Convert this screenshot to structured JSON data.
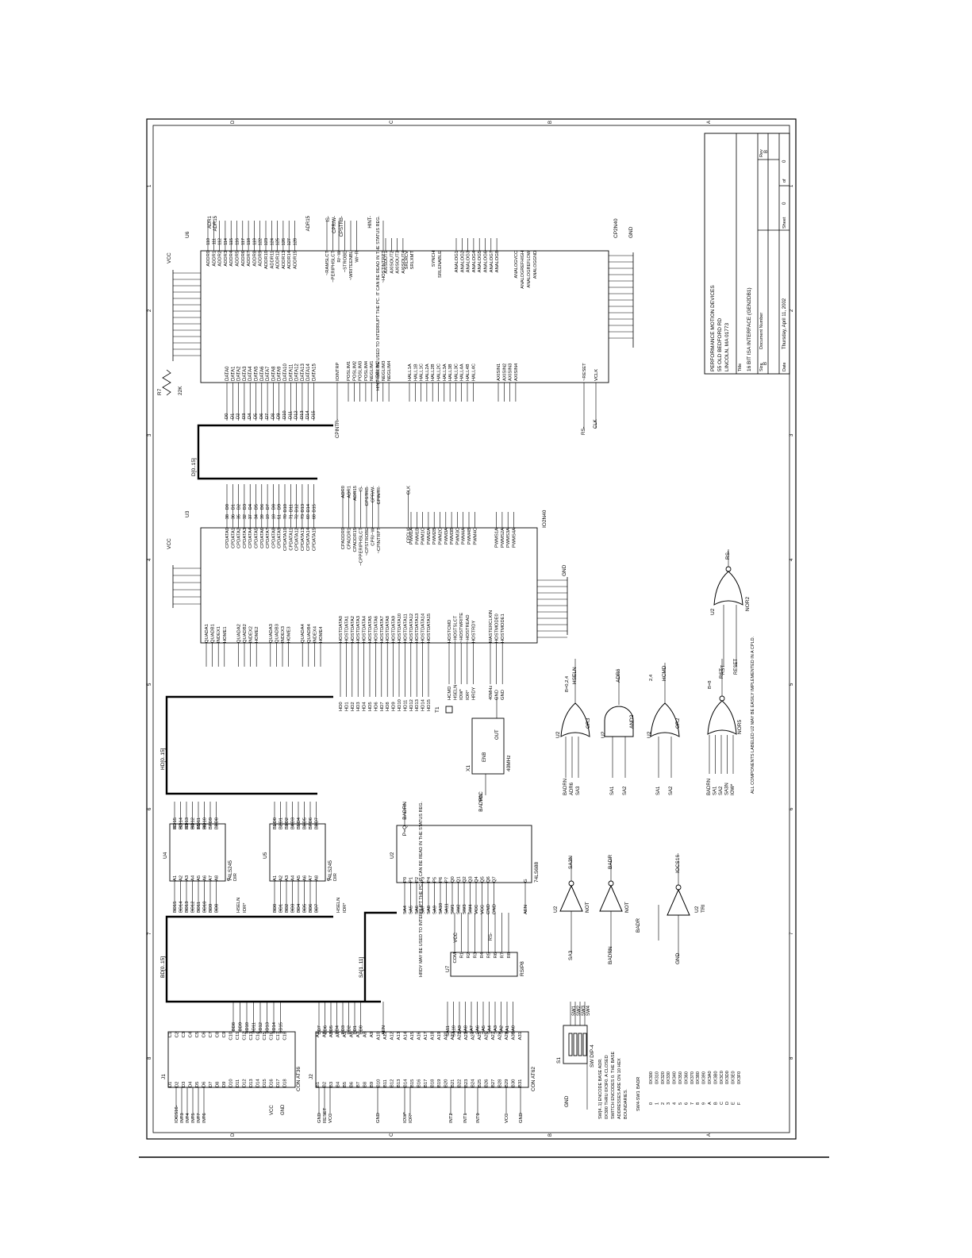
{
  "frame": {
    "zone_letters": [
      "D",
      "C",
      "B",
      "A"
    ],
    "zone_numbers": [
      "1",
      "2",
      "3",
      "4",
      "5",
      "6",
      "7",
      "8"
    ]
  },
  "title_block": {
    "company": [
      "PERFORMANCE MOTION DEVICES",
      "55 OLD BEDFORD RD",
      "LINCOLN, MA 01773"
    ],
    "title_label": "Title",
    "title": "16 BIT ISA INTERFACE (GEN2DB1)",
    "size_label": "Size",
    "size": "B",
    "docnum_label": "Document Number",
    "rev_label": "Rev",
    "rev": "B",
    "date_label": "Date",
    "date": "Thursday, April 11, 2002",
    "sheet_label": "Sheet",
    "sheet": "0",
    "of_label": "of",
    "of": "0"
  },
  "components": {
    "u6": {
      "ref": "U6",
      "part": "CP2N40",
      "power": "VCC",
      "ground": "GND",
      "data_pins": [
        "DATA0",
        "DATA1",
        "DATA2",
        "DATA3",
        "DATA4",
        "DATA5",
        "DATA6",
        "DATA7",
        "DATA8",
        "DATA9",
        "DATA10",
        "DATA11",
        "DATA12",
        "DATA13",
        "DATA14",
        "DATA15"
      ],
      "data_nets": [
        "D0",
        "D1",
        "D2",
        "D3",
        "D4",
        "D5",
        "D6",
        "D7",
        "D8",
        "D9",
        "D10",
        "D11",
        "D12",
        "D13",
        "D14",
        "D15"
      ],
      "addr_pins": [
        "ADDR0",
        "ADDR1",
        "ADDR2",
        "ADDR3",
        "ADDR4",
        "ADDR5",
        "ADDR6",
        "ADDR7",
        "ADDR8",
        "ADDR9",
        "ADDR10",
        "ADDR11",
        "ADDR12",
        "ADDR13",
        "ADDR14",
        "ADDR15"
      ],
      "addr_nums": [
        "110",
        "111",
        "112",
        "114",
        "115",
        "116",
        "117",
        "118",
        "119",
        "122",
        "123",
        "124",
        "125",
        "126",
        "127",
        "128"
      ],
      "ctrl_pins": [
        "~RAMSLCT",
        "~PERIPHSLCT",
        "R/~W",
        "~STROBE",
        "~WRITEENBL",
        "W/~R",
        "~HOSTINTRPT"
      ],
      "ctrl_nets": [
        "IS-",
        "CPR/W-",
        "CPSTRB-",
        "HINT-"
      ],
      "posl_pins": [
        "POSLIM1",
        "POSLIM2",
        "POSLIM3",
        "POSLIM4",
        "NEGLIM1",
        "NEGLIM2",
        "NEGLIM3",
        "NEGLIM4"
      ],
      "hall_pins": [
        "HALL1A",
        "HALL1B",
        "HALL1C",
        "HALL2A",
        "HALL2B",
        "HALL2C",
        "HALL3A",
        "HALL3B",
        "HALL3C",
        "HALL4A",
        "HALL4B",
        "HALL4C"
      ],
      "axis_pins": [
        "AXISIN1",
        "AXISIN2",
        "AXISIN3",
        "AXISIN4"
      ],
      "axisout_pins": [
        "AXISOUT1",
        "AXISOUT2",
        "AXISOUT3",
        "AXISOUT4"
      ],
      "analog_pins": [
        "ANALOG1",
        "ANALOG2",
        "ANALOG3",
        "ANALOG4",
        "ANALOG5",
        "ANALOG6",
        "ANALOG7",
        "ANALOG8"
      ],
      "misc_pins": [
        "SRLRCV",
        "SRLXMT",
        "SYNCH",
        "SRLENABLE",
        "ANALOGVCC",
        "ANALOGREFHIGH",
        "ANALOGREFLOW",
        "ANALOGGND",
        "~RESET",
        "VCLK",
        "IOINTRP"
      ],
      "misc_nets": [
        "CPINTR-",
        "RS-",
        "CLK",
        "ADR0",
        "ADR1",
        "ADR15"
      ],
      "note": "HINT- MAY BE USED TO INTERRUPT THE PC. IT CAN BE READ IN THE STATUS REG."
    },
    "u3": {
      "ref": "U3",
      "part": "IO2N40",
      "power": "VCC",
      "ground": "GND",
      "cpdata_pins": [
        "CPDATA0",
        "CPDATA1",
        "CPDATA2",
        "CPDATA3",
        "CPDATA4",
        "CPDATA5",
        "CPDATA6",
        "CPDATA7",
        "CPDATA8",
        "CPDATA9",
        "CPDATA10",
        "CPDATA11",
        "CPDATA12",
        "CPDATA13",
        "CPDATA14",
        "CPDATA15"
      ],
      "cpdata_nums": [
        "38",
        "36",
        "35",
        "32",
        "37",
        "34",
        "39",
        "19",
        "18",
        "51",
        "70",
        "71",
        "72",
        "73",
        "69",
        "68"
      ],
      "hostdata_pins": [
        "HOSTDATA0",
        "HOSTDATA1",
        "HOSTDATA2",
        "HOSTDATA3",
        "HOSTDATA4",
        "HOSTDATA5",
        "HOSTDATA6",
        "HOSTDATA7",
        "HOSTDATA8",
        "HOSTDATA9",
        "HOSTDATA10",
        "HOSTDATA11",
        "HOSTDATA12",
        "HOSTDATA13",
        "HOSTDATA14",
        "HOSTDATA15"
      ],
      "hd_nets": [
        "HD0",
        "HD1",
        "HD2",
        "HD3",
        "HD4",
        "HD5",
        "HD6",
        "HD7",
        "HD8",
        "HD9",
        "HD10",
        "HD11",
        "HD12",
        "HD13",
        "HD14",
        "HD15"
      ],
      "quad_pins": [
        "QUADA1",
        "QUADB1",
        "INDEX1",
        "HOME1",
        "QUADA2",
        "QUADB2",
        "INDEX2",
        "HOME2",
        "QUADA3",
        "QUADB3",
        "INDEX3",
        "HOME3",
        "QUADA4",
        "QUADB4",
        "INDEX4",
        "HOME4"
      ],
      "cpaddr_pins": [
        "CPADDR0",
        "CPADDR1",
        "CPADDR15",
        "~CPPERIPHSLCT",
        "~CPSTROBE",
        "CPR/~W",
        "~CPINTRPT",
        "CPCLK"
      ],
      "cpaddr_nets": [
        "ADR0",
        "ADR1",
        "ADR15",
        "IS-",
        "CPSTRB-",
        "CPR/W-",
        "CPINTR-",
        "CLK"
      ],
      "pwm_pins": [
        "PWM1A",
        "PWM1B",
        "PWM1C",
        "PWM2A",
        "PWM2B",
        "PWM2C",
        "PWM3A",
        "PWM3B",
        "PWM3C",
        "PWM4A",
        "PWM4B",
        "PWM4C",
        "PWMS1A",
        "PWMS2A",
        "PWMS3A",
        "PWMS4A"
      ],
      "host_pins": [
        "HOSTCMD",
        "~HOSTSLCT",
        "~HOSTWRITE",
        "~HOSTREAD",
        "HOSTRDY",
        "MASTERCLKIN",
        "HOSTMODE0",
        "HOSTMODE1"
      ],
      "host_nets": [
        "HCMD",
        "HSELN",
        "IOW*",
        "IOR*",
        "HRDY",
        "40MHz",
        "GND",
        "GND"
      ]
    },
    "u4": {
      "ref": "U4",
      "part": "74LS245",
      "a_nets": [
        "BD15",
        "BD14",
        "BD13",
        "BD12",
        "BD11",
        "BD10",
        "BD9",
        "BD8"
      ],
      "b_nets": [
        "HD15",
        "HD14",
        "HD13",
        "HD12",
        "HD11",
        "HD10",
        "HD9",
        "HD8"
      ],
      "a_pins": [
        "A1",
        "A2",
        "A3",
        "A4",
        "A5",
        "A6",
        "A7",
        "A8"
      ],
      "b_pins": [
        "B1",
        "B2",
        "B3",
        "B4",
        "B5",
        "B6",
        "B7",
        "B8"
      ],
      "ctrl": [
        "G",
        "DIR"
      ],
      "ctrl_nets": [
        "HSELN",
        "IOR*"
      ]
    },
    "u5": {
      "ref": "U5",
      "part": "74LS245",
      "a_nets": [
        "BD0",
        "BD1",
        "BD2",
        "BD3",
        "BD4",
        "BD5",
        "BD6",
        "BD7"
      ],
      "b_nets": [
        "HD0",
        "HD1",
        "HD2",
        "HD3",
        "HD4",
        "HD5",
        "HD6",
        "HD7"
      ],
      "ctrl_nets": [
        "HSELN",
        "IOR*"
      ]
    },
    "u2cmp": {
      "ref": "U2",
      "part": "74LS688",
      "p_pins": [
        "P0",
        "P1",
        "P2",
        "P3",
        "P4",
        "P5",
        "P6",
        "P7"
      ],
      "q_pins": [
        "Q0",
        "Q1",
        "Q2",
        "Q3",
        "Q4",
        "Q5",
        "Q6",
        "Q7"
      ],
      "p_nets": [
        "SA4",
        "SA5",
        "SA6",
        "SA7",
        "SA8",
        "SA9",
        "SA10",
        "SA11"
      ],
      "q_nets": [
        "SW1",
        "SW2",
        "SW3",
        "SW4",
        "VCC",
        "VCC",
        "GND",
        "GND"
      ],
      "out": "P=Q",
      "g": "G",
      "g_net": "AEN",
      "out_net": "BADRN",
      "note": "HRDY MAY BE USED TO INTERRUPT THE PC. IT CAN BE READ IN THE STATUS REG."
    },
    "u7": {
      "ref": "U7",
      "part": "RSIP8",
      "pins": [
        "COM",
        "R1",
        "R2",
        "R3",
        "R4",
        "R5",
        "R6",
        "R7",
        "R8"
      ],
      "nets": [
        "VCC",
        "SW1",
        "SW2",
        "SW3",
        "SW4",
        "RS-"
      ]
    },
    "x1": {
      "ref": "X1",
      "part": "40MHz",
      "pins": [
        "ENB",
        "OUT"
      ],
      "nets": [
        "VCC",
        "40MHz"
      ]
    },
    "t1": {
      "ref": "T1"
    },
    "r7": {
      "ref": "R7",
      "value": "22K"
    },
    "gates": [
      {
        "ref": "U2",
        "part": "OR3",
        "inputs": [
          "BADRN",
          "ADR6",
          "SA3"
        ],
        "output": "HSELN",
        "eq": "B=0,2,4"
      },
      {
        "ref": "U2",
        "part": "AND2",
        "inputs": [
          "SA1",
          "SA2"
        ],
        "output": "ADR6"
      },
      {
        "ref": "U2",
        "part": "OR2",
        "inputs": [
          "SA1",
          "SA2"
        ],
        "output": "HCMD",
        "eq": "2,4"
      },
      {
        "ref": "U2",
        "part": "NOR5",
        "inputs": [
          "BADRN",
          "SA1",
          "SA2",
          "SA3N",
          "IOW*"
        ],
        "output": "RST",
        "eq": "B=8"
      },
      {
        "ref": "U2",
        "part": "NOR2",
        "inputs": [
          "RST",
          "RESET"
        ],
        "output": "RS-"
      },
      {
        "ref": "U2",
        "part": "NOT",
        "inputs": [
          "SA3"
        ],
        "output": "SA3N"
      },
      {
        "ref": "U2",
        "part": "NOT",
        "inputs": [
          "BADRN"
        ],
        "output": "BADR"
      },
      {
        "ref": "U2",
        "part": "TRI",
        "inputs": [
          "GND",
          "BADR"
        ],
        "output": "IOCS16-"
      }
    ],
    "gate_note": "ALL COMPONENTS LABELED U2 MAY BE EASILY IMPLEMENTED IN A CPLD.",
    "s1": {
      "ref": "S1",
      "part": "SW DIP-4",
      "nets": [
        "SW1",
        "SW2",
        "SW3",
        "SW4"
      ],
      "ground": "GND",
      "note": [
        "SW[4..1] ENCODE BASE ADR.",
        "0X300 THRU 0X3F0. A CLOSED",
        "SWITCH ENCODES 0. THE BASE",
        "ADDRESSES ARE ON 10 HEX",
        "BOUNDARIES."
      ],
      "table_header": [
        "SW4-SW1",
        "BADR"
      ],
      "table_keys": [
        "0",
        "1",
        "2",
        "3",
        "4",
        "5",
        "6",
        "7",
        "8",
        "9",
        "A",
        "B",
        "C",
        "D",
        "E",
        "F"
      ],
      "table_vals": [
        "0X300",
        "0X310",
        "0X320",
        "0X330",
        "0X340",
        "0X350",
        "0X360",
        "0X370",
        "0X380",
        "0X390",
        "0X3A0",
        "0X3B0",
        "0X3C0",
        "0X3D0",
        "0X3E0",
        "0X3F0"
      ]
    },
    "j1": {
      "ref": "J1",
      "part": "CON AT36",
      "d_pins": [
        "D1",
        "D2",
        "D3",
        "D4",
        "D5",
        "D6",
        "D7",
        "D8",
        "D9",
        "D10",
        "D11",
        "D12",
        "D13",
        "D14",
        "D15",
        "D16",
        "D17",
        "D18"
      ],
      "c_pins": [
        "C1",
        "C2",
        "C3",
        "C4",
        "C5",
        "C6",
        "C7",
        "C8",
        "C9",
        "C10",
        "C11",
        "C12",
        "C13",
        "C14",
        "C15",
        "C16",
        "C17",
        "C18"
      ],
      "d_nets": [
        "IOCS16-",
        "INT3",
        "INT4",
        "INT5",
        "INT7",
        "INT6",
        "VCC",
        "GND"
      ],
      "c_nets": [
        "BD8",
        "BD9",
        "BD10",
        "BD11",
        "BD12",
        "BD13",
        "BD14",
        "BD15"
      ]
    },
    "j2": {
      "ref": "J2",
      "part": "CON AT62",
      "b_pins": [
        "B1",
        "B2",
        "B3",
        "B4",
        "B5",
        "B6",
        "B7",
        "B8",
        "B9",
        "B10",
        "B11",
        "B12",
        "B13",
        "B14",
        "B15",
        "B16",
        "B17",
        "B18",
        "B19",
        "B20",
        "B21",
        "B22",
        "B23",
        "B24",
        "B25",
        "B26",
        "B27",
        "B28",
        "B29",
        "B30",
        "B31"
      ],
      "a_pins": [
        "A1",
        "A2",
        "A3",
        "A4",
        "A5",
        "A6",
        "A7",
        "A8",
        "A9",
        "A10",
        "A11",
        "A12",
        "A13",
        "A14",
        "A15",
        "A16",
        "A17",
        "A18",
        "A19",
        "A20",
        "A21",
        "A22",
        "A23",
        "A24",
        "A25",
        "A26",
        "A27",
        "A28",
        "A29",
        "A30",
        "A31"
      ],
      "b_nets": [
        "GND",
        "RESET",
        "VCC",
        "GND",
        "IOW*",
        "IOR*",
        "INT2",
        "INT1",
        "INT0",
        "VCC",
        "GND"
      ],
      "a_nets": [
        "BD7",
        "BD6",
        "BD5",
        "BD4",
        "BD3",
        "BD2",
        "BD1",
        "BD0",
        "AEN",
        "SA11",
        "SA10",
        "SA9",
        "SA8",
        "SA7",
        "SA6",
        "SA5",
        "SA4",
        "SA3",
        "SA2",
        "SA1",
        "SA0"
      ]
    }
  },
  "buses": [
    {
      "name": "D[0..15]"
    },
    {
      "name": "HD[0..15]"
    },
    {
      "name": "BD[0..15]"
    },
    {
      "name": "SA[1..11]"
    }
  ]
}
